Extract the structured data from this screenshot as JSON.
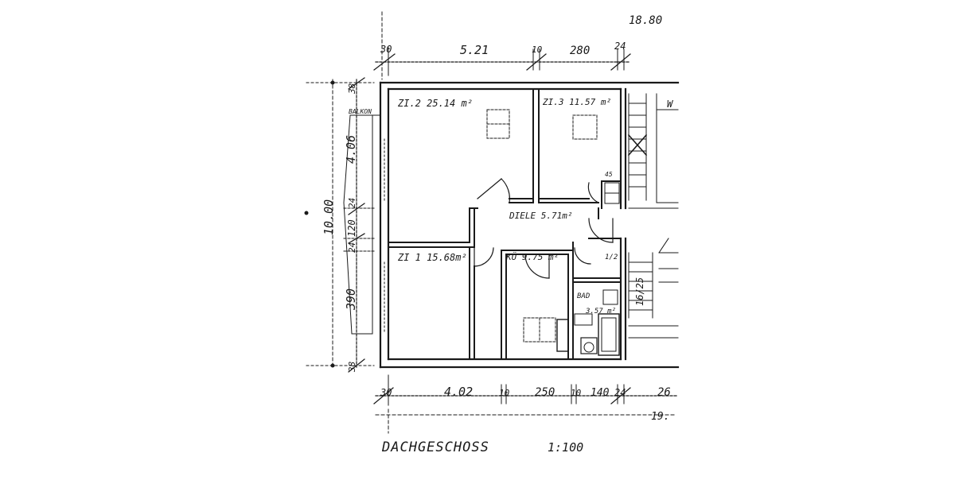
{
  "plan": {
    "title": "DACHGESCHOSS",
    "scale": "1:100",
    "corner_label": "18.80",
    "bottom_right_label": "19.",
    "ink_color": "#1a1a1a",
    "paper_color": "#ffffff"
  },
  "dimensions": {
    "top": [
      "30",
      "5.21",
      "10",
      "280",
      "24"
    ],
    "bottom": [
      "30",
      "4.02",
      "10",
      "250",
      "10",
      "140",
      "24",
      "26"
    ],
    "left_overall": "10.00",
    "left": [
      "38",
      "4.06",
      "24",
      "120",
      "24",
      "390",
      "38"
    ]
  },
  "rooms": {
    "zi2": "ZI.2   25.14 m²",
    "zi3": "ZI.3   11.57 m²",
    "diele": "DIELE 5.71m²",
    "zi1": "ZI 1   15.68m²",
    "kue": "KÜ  9.75 m²",
    "bad": "BAD",
    "bad_area": "3.57 m²",
    "balkon": "BALKON",
    "w": "W"
  },
  "stair_labels": {
    "lower": "16/25",
    "small": "1/2",
    "upper_small": "45"
  }
}
